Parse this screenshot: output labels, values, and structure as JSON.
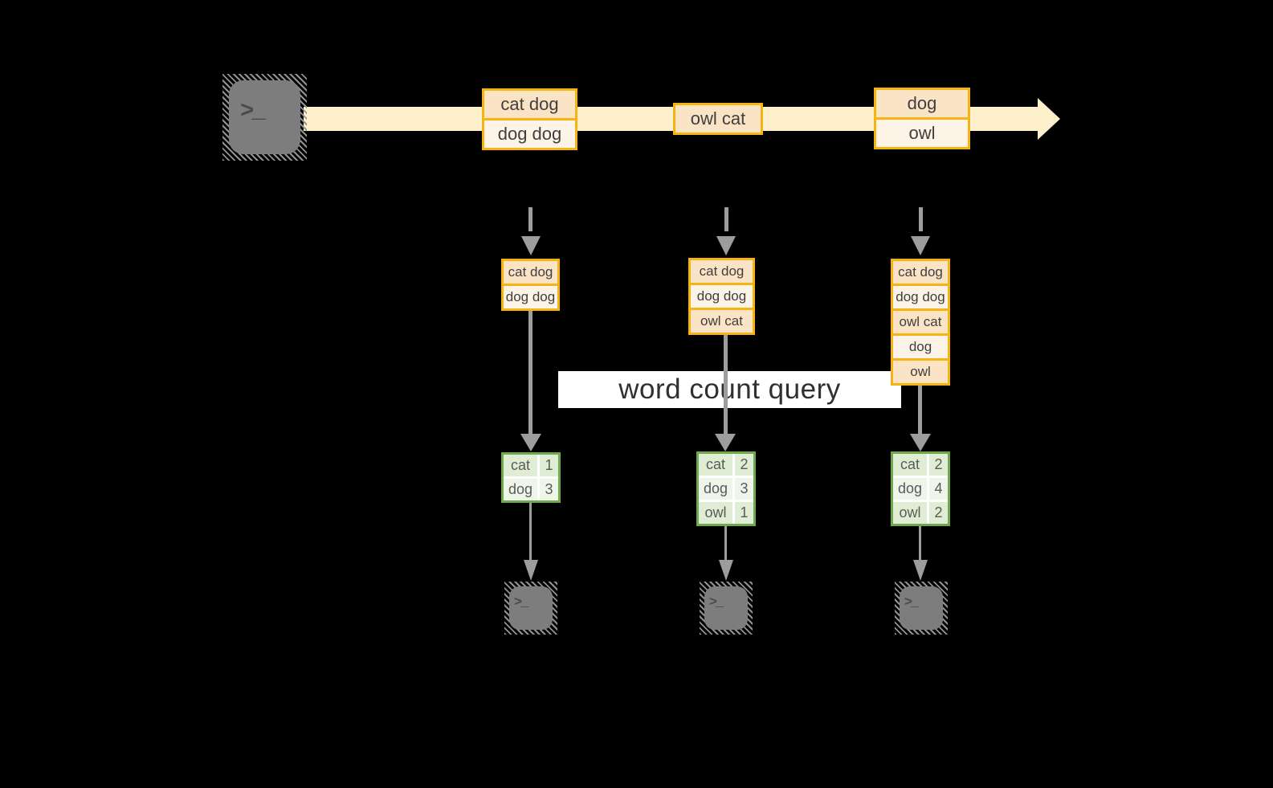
{
  "query_label": "word count query",
  "icons": {
    "terminal_glyph": ">_"
  },
  "colors": {
    "gold": "#f5b412",
    "peach": "#fbe3c5",
    "cream": "#fdf3e6",
    "stream_fill": "#fdf0ca",
    "green": "#6fa94c",
    "cell_green": "#e0edd5",
    "cell_green_light": "#eef5e9",
    "arrow_gray": "#9d9d9d",
    "icon_gray": "#7d7d7d",
    "glyph_gray": "#4b4b4b",
    "text_dark": "#3f3f3f",
    "table_text": "#5a5a5a"
  },
  "stream": {
    "groups": [
      {
        "cells": [
          "cat dog",
          "dog dog"
        ]
      },
      {
        "cells": [
          "owl cat"
        ]
      },
      {
        "cells": [
          "dog",
          "owl"
        ]
      }
    ]
  },
  "columns": [
    {
      "stack": [
        "cat dog",
        "dog dog"
      ],
      "counts": [
        {
          "word": "cat",
          "count": "1"
        },
        {
          "word": "dog",
          "count": "3"
        }
      ]
    },
    {
      "stack": [
        "cat dog",
        "dog dog",
        "owl cat"
      ],
      "counts": [
        {
          "word": "cat",
          "count": "2"
        },
        {
          "word": "dog",
          "count": "3"
        },
        {
          "word": "owl",
          "count": "1"
        }
      ]
    },
    {
      "stack": [
        "cat dog",
        "dog dog",
        "owl cat",
        "dog",
        "owl"
      ],
      "counts": [
        {
          "word": "cat",
          "count": "2"
        },
        {
          "word": "dog",
          "count": "4"
        },
        {
          "word": "owl",
          "count": "2"
        }
      ]
    }
  ]
}
